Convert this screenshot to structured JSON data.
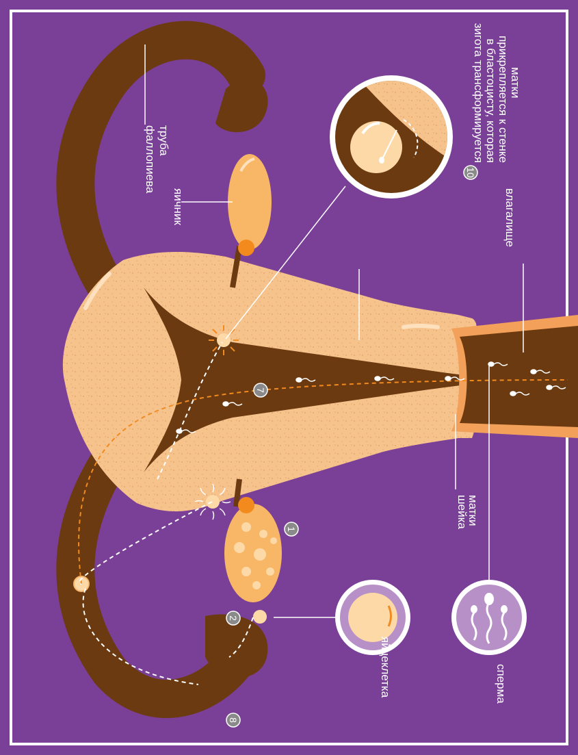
{
  "labels": {
    "fallopian": [
      "фаллопиева",
      "труба"
    ],
    "ovary": "яичник",
    "caption10": [
      "зигота трансформируется",
      "в бластоцисту, которая",
      "прикрепляется к стенке",
      "матки"
    ],
    "vagina": "влагалище",
    "cervix": [
      "шейка",
      "матки"
    ],
    "egg": "яйцеклетка",
    "sperm": "сперма"
  },
  "steps": [
    "1",
    "2",
    "7",
    "8",
    "10"
  ],
  "colors": {
    "background": "#7a3f96",
    "border": "#ffffff",
    "tissue": "#f6c38d",
    "cavity": "#6b3a10",
    "ovary": "#f8b766",
    "ovary_stem": "#f28a1e",
    "egg": "#fdd9a8",
    "badge": "#8a8a8a"
  }
}
